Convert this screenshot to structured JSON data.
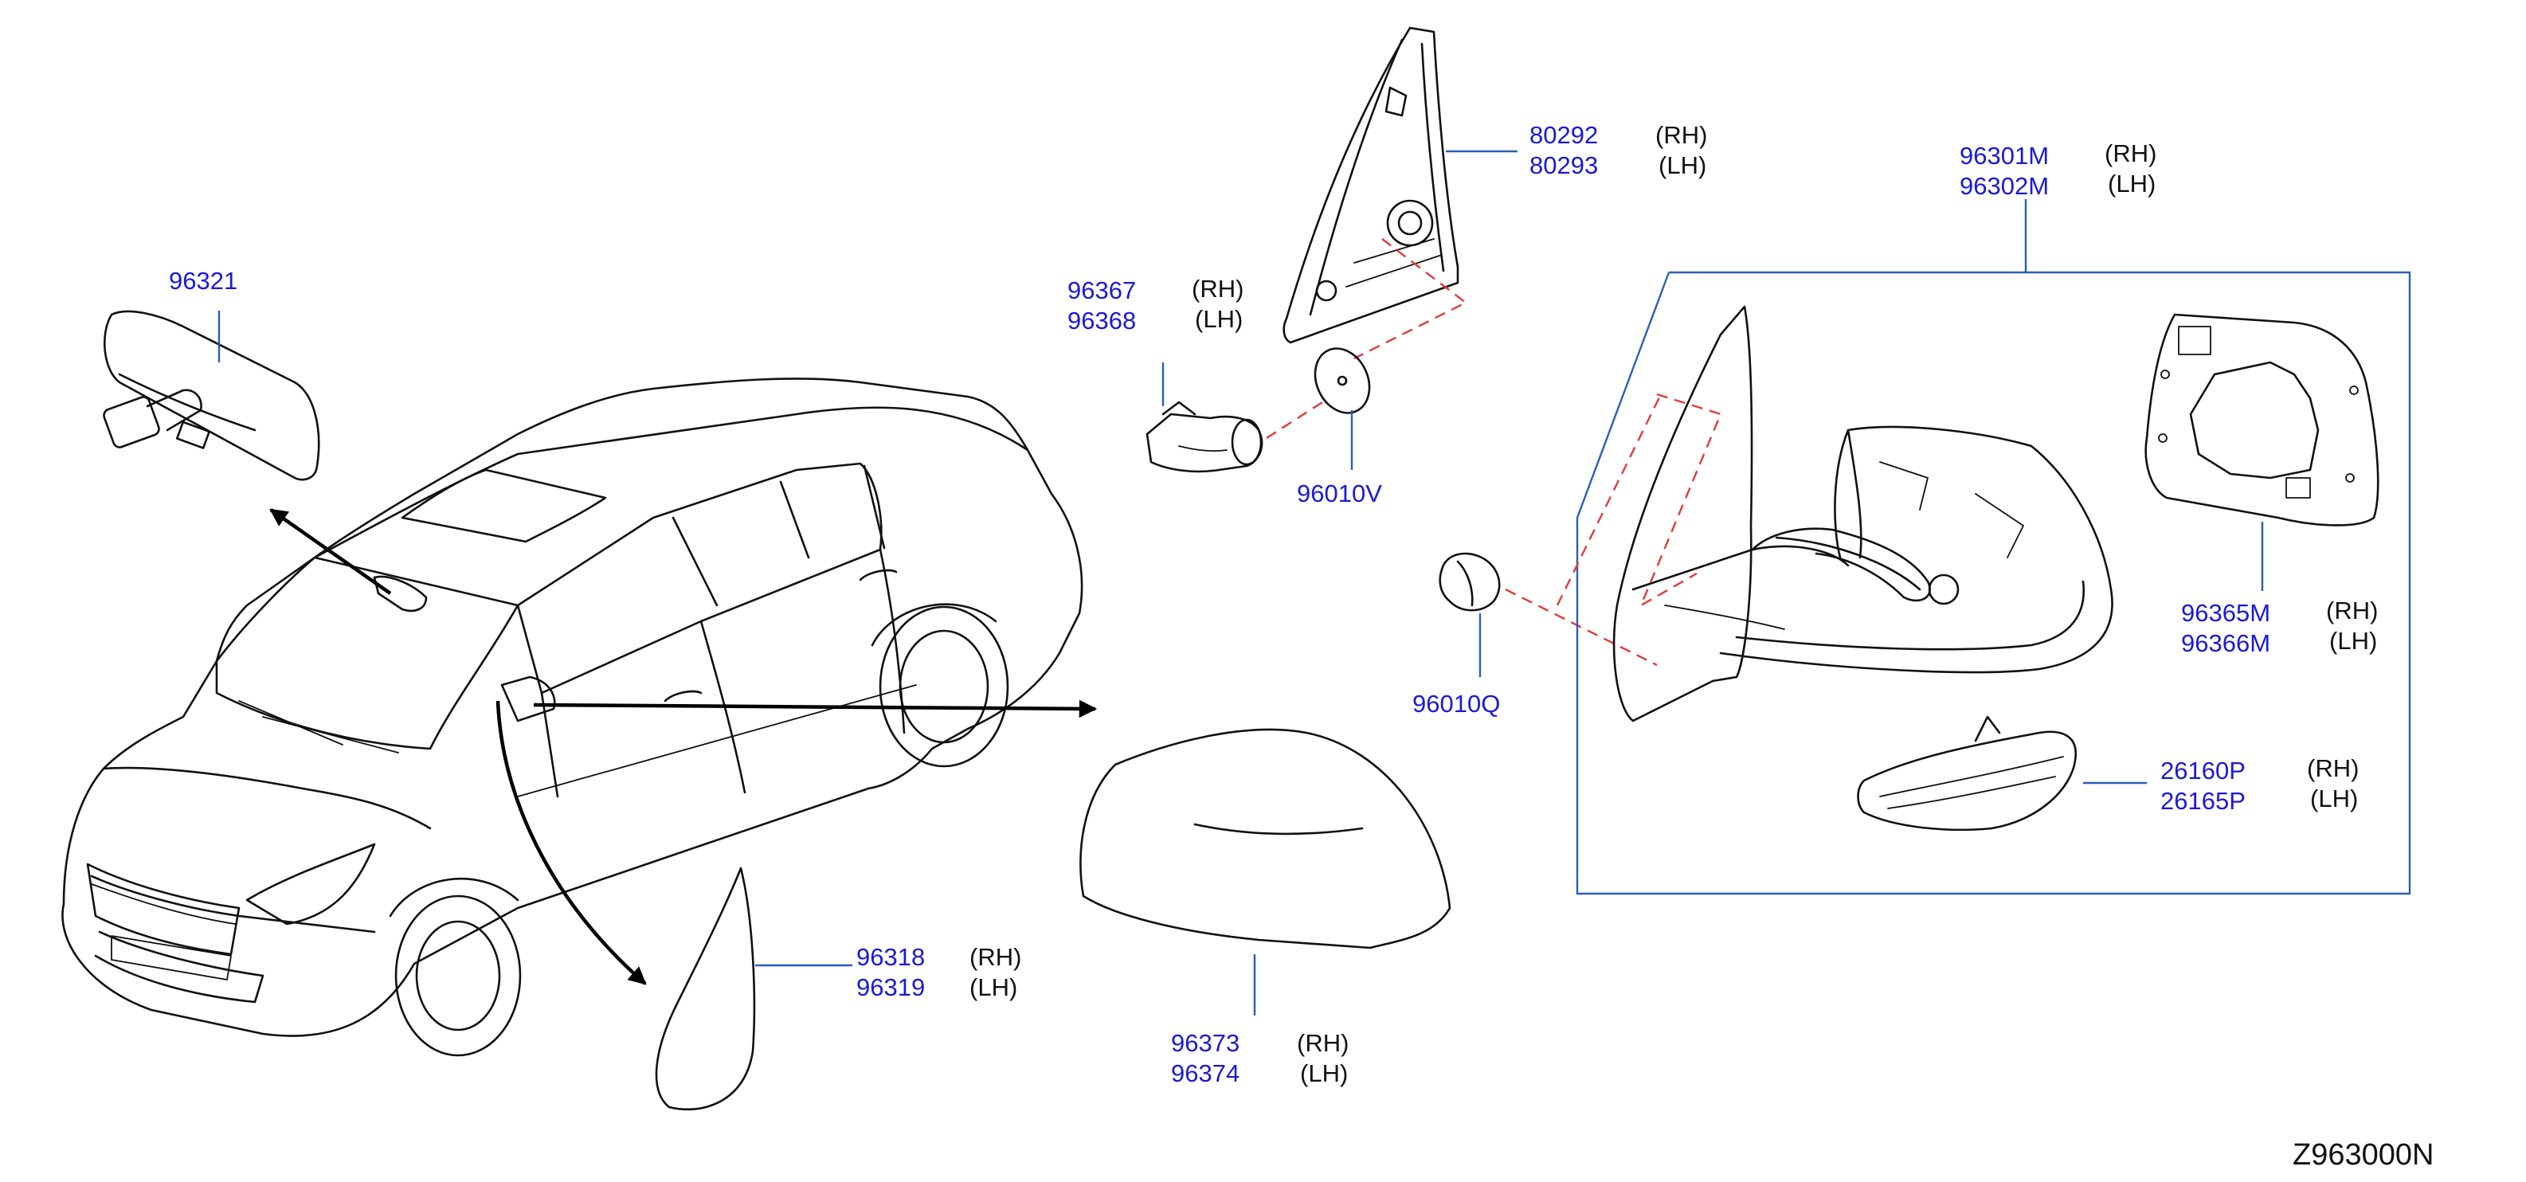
{
  "diagram_ref": "Z963000N",
  "callouts": {
    "inside_mirror": {
      "part": "96321"
    },
    "mirror_cover": {
      "part_rh": "96373",
      "side_rh": "(RH)",
      "part_lh": "96374",
      "side_lh": "(LH)"
    },
    "mirror_glass": {
      "part_rh": "96318",
      "side_rh": "(RH)",
      "part_lh": "96319",
      "side_lh": "(LH)"
    },
    "corner_finisher": {
      "part_rh": "80292",
      "side_rh": "(RH)",
      "part_lh": "80293",
      "side_lh": "(LH)"
    },
    "mirror_motor": {
      "part_rh": "96367",
      "side_rh": "(RH)",
      "part_lh": "96368",
      "side_lh": "(LH)"
    },
    "seal": {
      "part": "96010V"
    },
    "grommet": {
      "part": "96010Q"
    },
    "mirror_assembly": {
      "part_rh": "96301M",
      "side_rh": "(RH)",
      "part_lh": "96302M",
      "side_lh": "(LH)"
    },
    "holder_plate": {
      "part_rh": "96365M",
      "side_rh": "(RH)",
      "part_lh": "96366M",
      "side_lh": "(LH)"
    },
    "turn_lamp": {
      "part_rh": "26160P",
      "side_rh": "(RH)",
      "part_lh": "26165P",
      "side_lh": "(LH)"
    }
  }
}
